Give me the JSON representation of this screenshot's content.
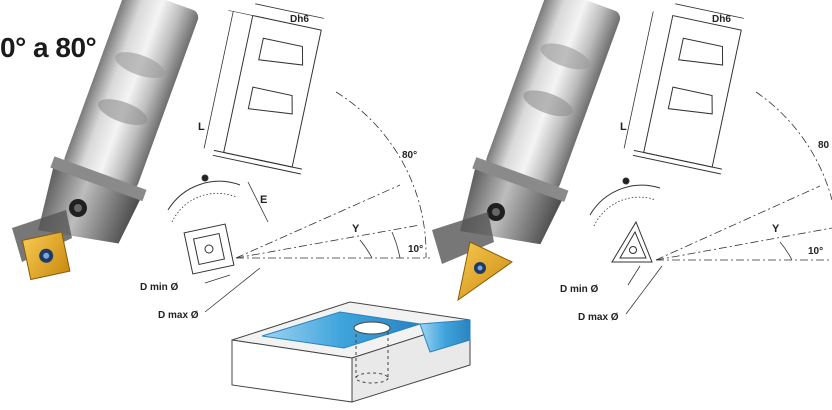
{
  "title": "0° a 80°",
  "left_drawing": {
    "shank_diameter": "Dh6",
    "length": "L",
    "angle_max": "80°",
    "angle_min": "10°",
    "angle_var": "Y",
    "offset": "E",
    "d_min": "D min Ø",
    "d_max": "D max Ø",
    "insert_shape": "square"
  },
  "right_drawing": {
    "shank_diameter": "Dh6",
    "length": "L",
    "angle_max": "80",
    "angle_min": "10°",
    "angle_var": "Y",
    "d_min": "D min Ø",
    "d_max": "D max Ø",
    "insert_shape": "triangle"
  },
  "colors": {
    "insert_gold": "#e3a21a",
    "steel_light": "#e8e8e8",
    "steel_dark": "#6e6e6e",
    "workpiece_blue": "#3fa4dc",
    "line": "#333333"
  }
}
